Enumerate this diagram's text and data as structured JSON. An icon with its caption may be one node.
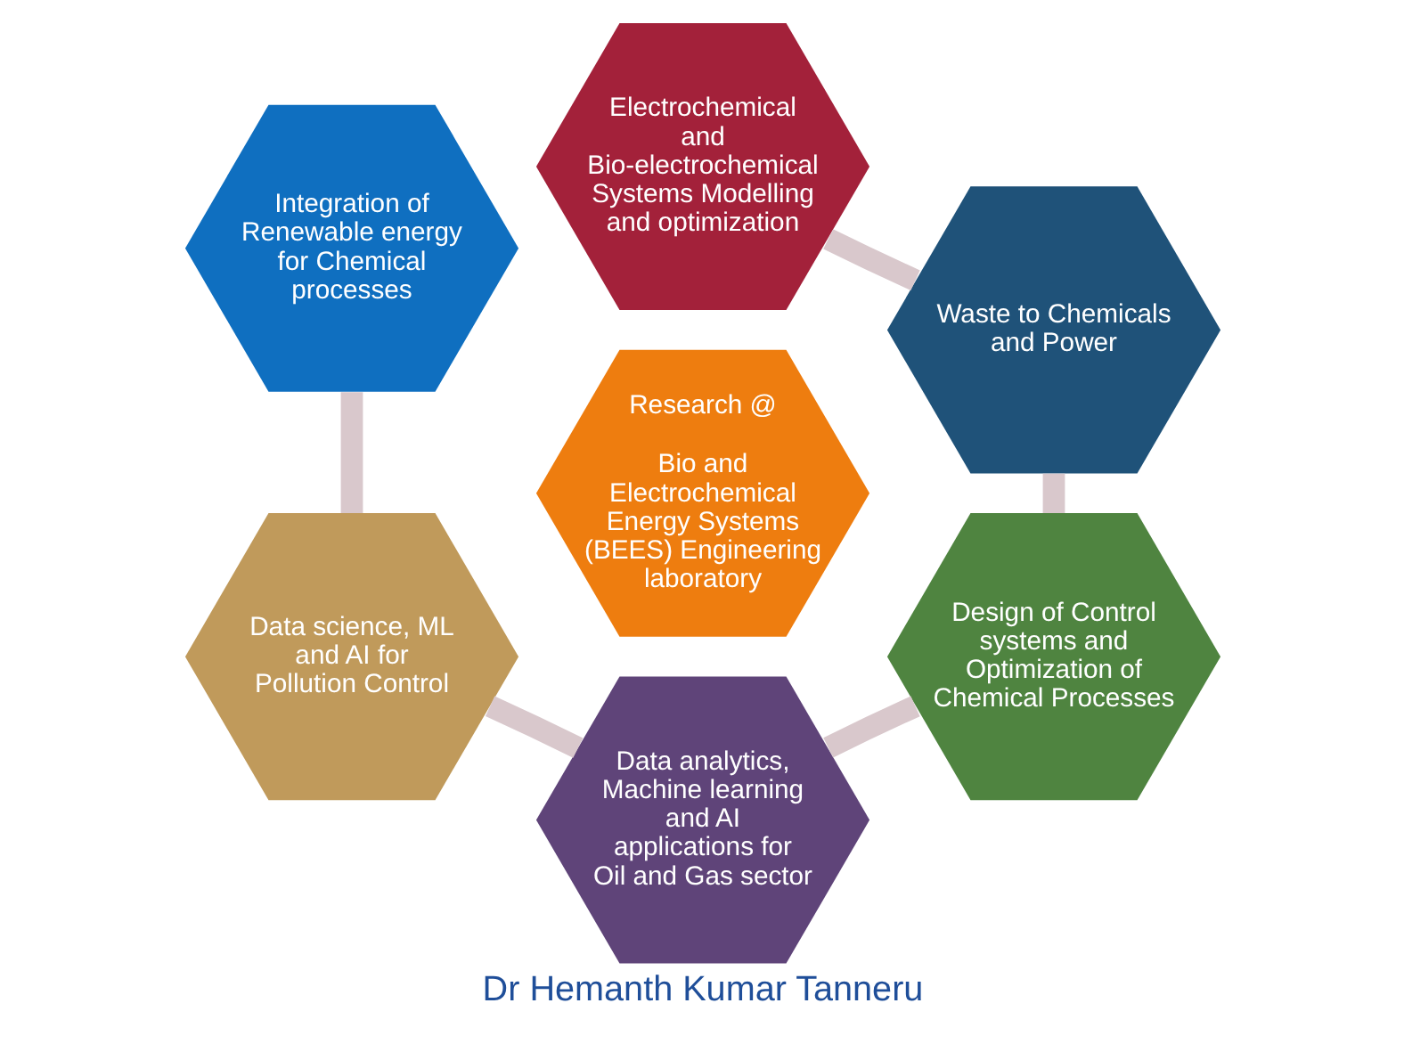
{
  "diagram": {
    "caption": "Dr Hemanth Kumar Tanneru",
    "nodes": [
      {
        "text": [
          "Electrochemical and Bio-electrochemical Systems Modelling and optimization"
        ]
      },
      {
        "text": [
          "Integration of Renewable energy for Chemical processes"
        ]
      },
      {
        "text": [
          "Waste to Chemicals and Power"
        ]
      },
      {
        "text": [
          "Research @",
          "Bio and Electrochemical Energy Systems (BEES) Engineering laboratory"
        ]
      },
      {
        "text": [
          "Data science, ML and AI for Pollution Control"
        ]
      },
      {
        "text": [
          "Design of Control systems and Optimization of Chemical Processes"
        ]
      },
      {
        "text": [
          "Data analytics, Machine learning and AI applications for Oil and Gas sector"
        ]
      }
    ],
    "edges": [
      {
        "from": 0,
        "to": 2,
        "arrow": "none"
      },
      {
        "from": 2,
        "to": 5,
        "arrow": "none"
      },
      {
        "from": 5,
        "to": 6,
        "arrow": "none"
      },
      {
        "from": 6,
        "to": 4,
        "arrow": "none"
      },
      {
        "from": 4,
        "to": 1,
        "arrow": "none"
      }
    ]
  }
}
